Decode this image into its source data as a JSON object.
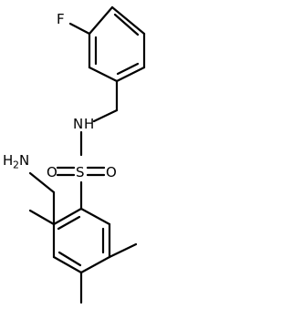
{
  "molecule": {
    "atoms": {
      "fluorine": "F",
      "nh_nitrogen": "N",
      "nh_hydrogen": "H",
      "sulfur": "S",
      "oxygen_left": "O",
      "oxygen_right": "O",
      "amino_hydrogen": "H",
      "amino_subscript": "2",
      "amino_nitrogen": "N"
    },
    "colors": {
      "bond": "#000000",
      "label": "#000000",
      "background": "#ffffff"
    }
  }
}
